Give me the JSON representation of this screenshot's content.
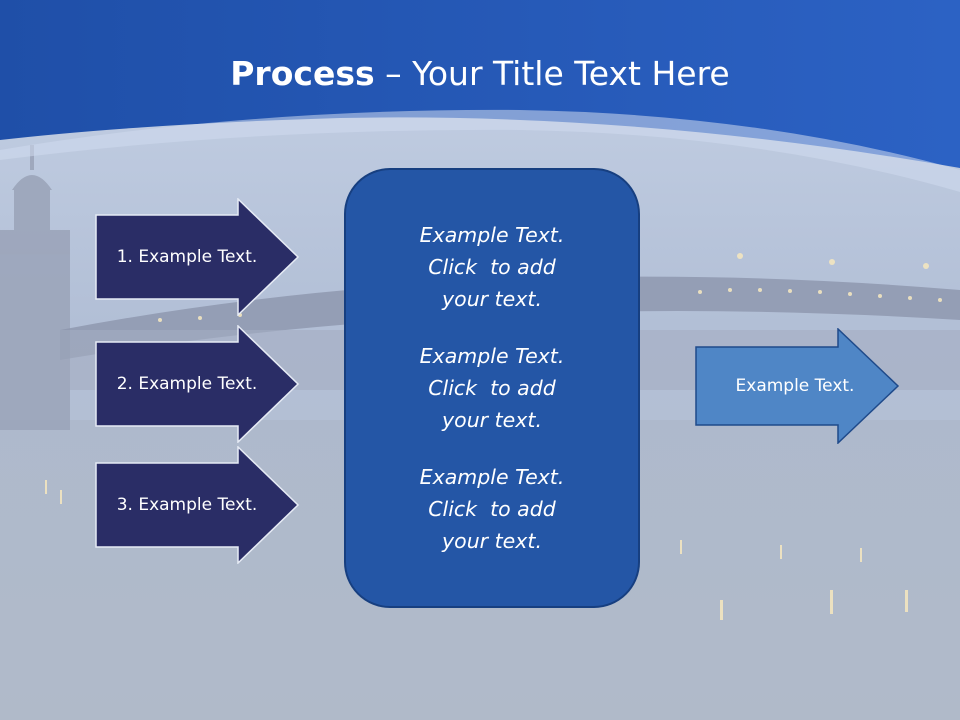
{
  "slide": {
    "title_bold": "Process",
    "title_rest": " – Your Title Text Here",
    "left_arrows": [
      {
        "label": "1. Example Text."
      },
      {
        "label": "2. Example Text."
      },
      {
        "label": "3. Example Text."
      }
    ],
    "center_items": [
      {
        "line1": "Example Text.",
        "line2": "Click  to add",
        "line3": "your text."
      },
      {
        "line1": "Example Text.",
        "line2": "Click  to add",
        "line3": "your text."
      },
      {
        "line1": "Example Text.",
        "line2": "Click  to add",
        "line3": "your text."
      }
    ],
    "right_arrow": {
      "label": "Example Text."
    }
  },
  "colors": {
    "header_blue": "#2a5ab8",
    "arrow_dark": "#2a2d66",
    "center_box": "#2456a6",
    "right_arrow": "#4f86c6"
  }
}
